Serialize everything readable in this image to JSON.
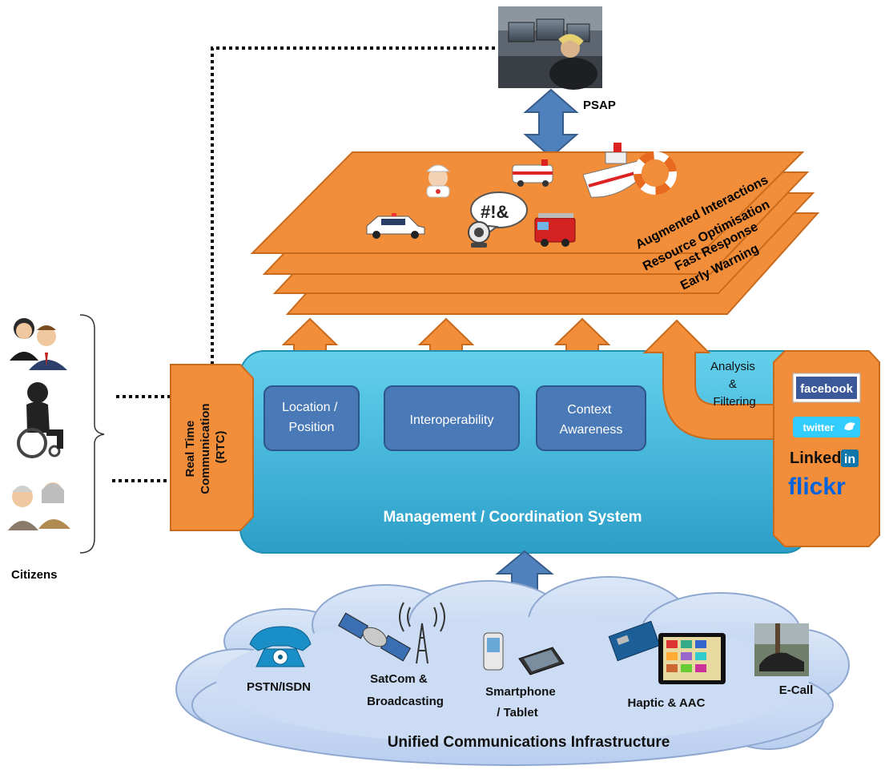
{
  "psap": {
    "label": "PSAP"
  },
  "layers": [
    {
      "label": "Augmented Interactions"
    },
    {
      "label": "Resource Optimisation"
    },
    {
      "label": "Fast Response"
    },
    {
      "label": "Early Warning"
    }
  ],
  "layer_icons": [
    "nurse-icon",
    "ambulance-icon",
    "ship-icon",
    "lifebuoy-icon",
    "police-car-icon",
    "chat-webcam-icon",
    "fire-truck-icon"
  ],
  "chat_symbol": "#!&",
  "rtc": {
    "line1": "Real Time",
    "line2": "Communication",
    "line3": "(RTC)"
  },
  "modules": {
    "location": {
      "line1": "Location /",
      "line2": "Position"
    },
    "interop": {
      "line1": "Interoperability"
    },
    "context": {
      "line1": "Context",
      "line2": "Awareness"
    }
  },
  "analysis": {
    "line1": "Analysis",
    "line2": "&",
    "line3": "Filtering"
  },
  "social": {
    "facebook": "facebook",
    "twitter": "twitter",
    "linkedin": "Linked",
    "linkedin_in": "in",
    "flickr": "flickr"
  },
  "management": {
    "label": "Management / Coordination System"
  },
  "citizens": {
    "label": "Citizens"
  },
  "infra": {
    "title": "Unified Communications Infrastructure",
    "pstn": "PSTN/ISDN",
    "satcom_1": "SatCom &",
    "satcom_2": "Broadcasting",
    "phone_1": "Smartphone",
    "phone_2": "/ Tablet",
    "haptic": "Haptic & AAC",
    "ecall": "E-Call"
  },
  "colors": {
    "orange": "#F28E3A",
    "orange_dark": "#C96B1D",
    "cyan": "#3CB7D8",
    "cyan_dark": "#1F8FB3",
    "module_blue": "#4A79B7",
    "arrow_blue": "#4F81BD",
    "cloud": "#C8DAF4"
  }
}
